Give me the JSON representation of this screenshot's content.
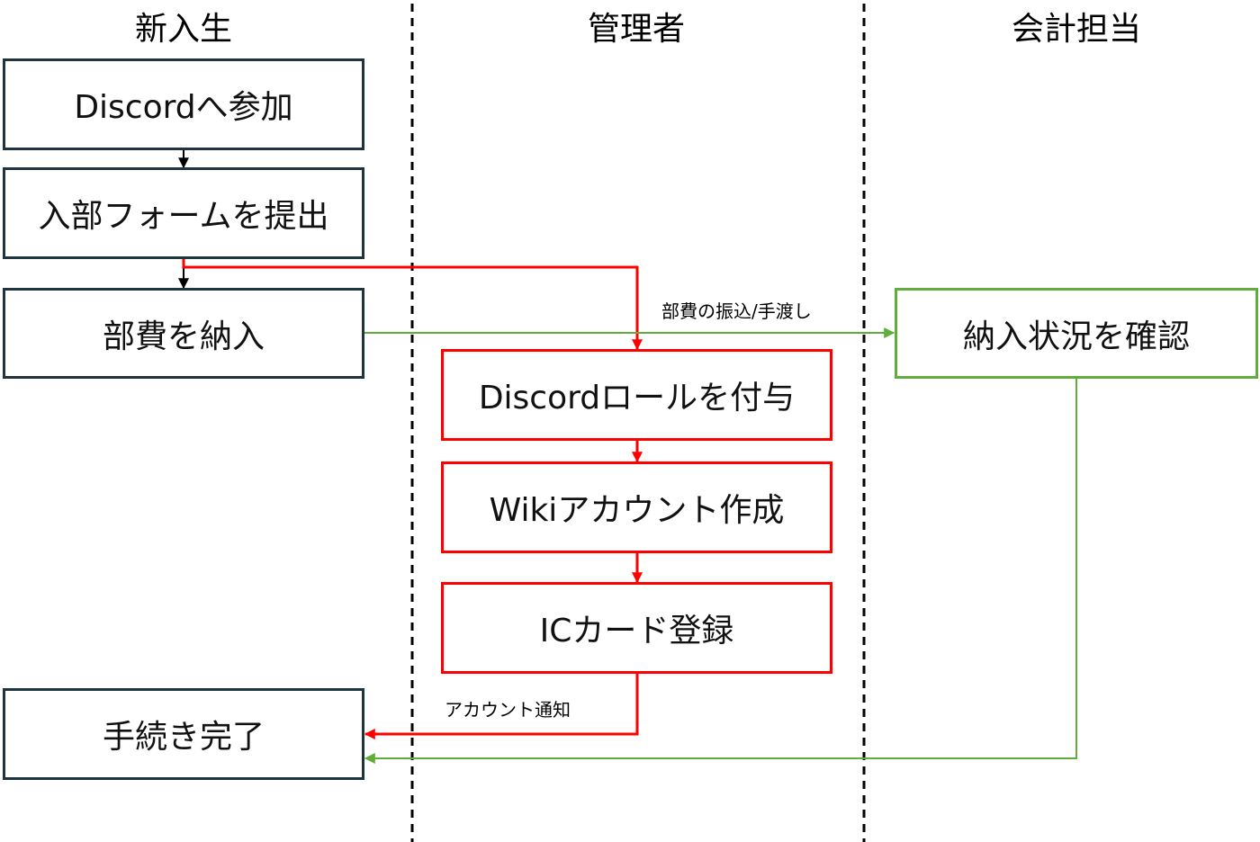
{
  "lanes": {
    "newcomer": "新入生",
    "admin": "管理者",
    "accounting": "会計担当"
  },
  "steps": {
    "join_discord": "Discordへ参加",
    "submit_form": "入部フォームを提出",
    "pay_fee": "部費を納入",
    "grant_role": "Discordロールを付与",
    "create_wiki": "Wikiアカウント作成",
    "register_ic": "ICカード登録",
    "complete": "手続き完了",
    "check_payment": "納入状況を確認"
  },
  "edge_labels": {
    "fee_transfer": "部費の振込/手渡し",
    "account_notice": "アカウント通知"
  },
  "colors": {
    "newcomer_border": "#1f3340",
    "admin_flow": "#ff0000",
    "accounting_flow": "#5fad3a",
    "lane_divider": "#000000"
  }
}
